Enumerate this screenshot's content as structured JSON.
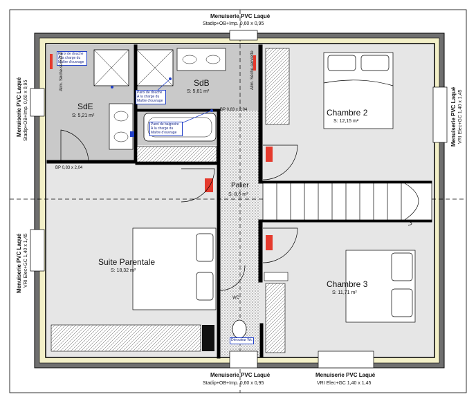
{
  "windows": {
    "top": {
      "title": "Menuiserie PVC Laqué",
      "spec": "Stadip+OB+Imp.  0,60 x 0,95"
    },
    "left_upper": {
      "title": "Menuiserie PVC Laqué",
      "spec": "Stadip+OB+Imp.  0,60 x 0,95"
    },
    "left_lower": {
      "title": "Menuiserie PVC Laqué",
      "spec": "VRI Elec+GC  1,40 x 1,45"
    },
    "right_upper": {
      "title": "Menuiserie PVC Laqué",
      "spec": "VRI Elec+GC  1,40 x 1,45"
    },
    "bottom_center": {
      "title": "Menuiserie PVC Laqué",
      "spec": "Stadip+OB+Imp.  0,60 x 0,95"
    },
    "bottom_right": {
      "title": "Menuiserie PVC Laqué",
      "spec": "VRI Elec+GC  1,40 x 1,45"
    }
  },
  "rooms": {
    "sde": {
      "name": "SdE",
      "area": "S: 5,21 m²"
    },
    "sdb": {
      "name": "SdB",
      "area": "S: 5,61 m²"
    },
    "chambre2": {
      "name": "Chambre 2",
      "area": "S: 12,15 m²"
    },
    "palier": {
      "name": "Palier",
      "area": "S: 8,6 m²"
    },
    "suite": {
      "name": "Suite Parentale",
      "area": "S: 18,32 m²"
    },
    "chambre3": {
      "name": "Chambre 3",
      "area": "S: 11,71 m²"
    },
    "wc": {
      "name": "WC"
    }
  },
  "notes": {
    "douche_sde": "Paroi de douche À la charge du Maître d'ouvrage",
    "douche_sdb": "Paroi de douche À la charge du Maître d'ouvrage",
    "baignoire": "Paroi de baignoire À la charge du Maître d'ouvrage",
    "wc_note": "Dérouleur Wc"
  },
  "labels": {
    "bp_sde": "BP  0,83 x 2,04",
    "bp_sdb": "BP  0,83 x 2,04",
    "alim_left": "Alim. Sèche-serviette",
    "alim_right": "Alim. Sèche-serviette"
  },
  "colors": {
    "wall": "#000000",
    "wall_fill": "#6f6f6f",
    "wet_room": "#c9c9c9",
    "dry_room": "#e6e6e6",
    "outer_band": "#f3f0c8",
    "radiator": "#e53a2d",
    "note_border": "#2140c8"
  }
}
